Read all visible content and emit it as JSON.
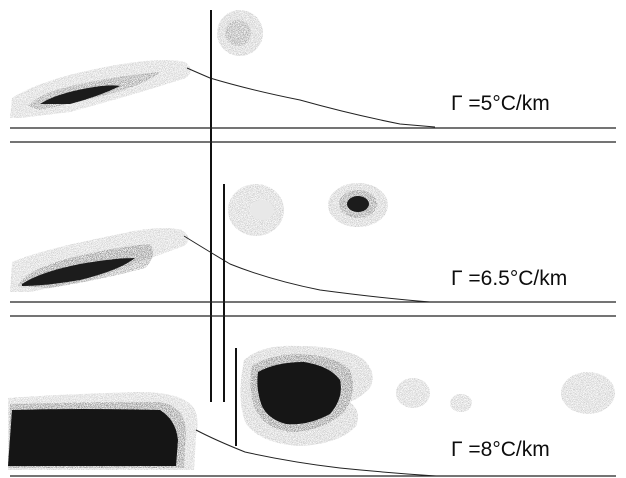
{
  "panels": [
    {
      "label": "Γ =5°C/km"
    },
    {
      "label": "Γ =6.5°C/km"
    },
    {
      "label": "Γ =8°C/km"
    }
  ],
  "colors": {
    "ink": "#111111",
    "dark_cloud": "#1a1a1a",
    "mid_cloud": "#6e6e6e",
    "light_cloud": "#a8a8a8",
    "background": "#ffffff"
  }
}
